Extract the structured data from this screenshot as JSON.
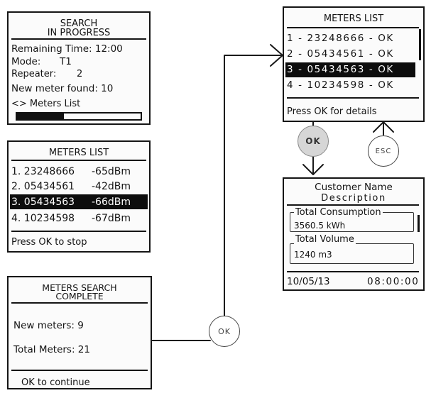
{
  "search_progress": {
    "title_line1": "SEARCH",
    "title_line2": "IN PROGRESS",
    "remaining_time": "Remaining Time: 12:00",
    "mode_label": "Mode:",
    "mode_value": "T1",
    "repeater_label": "Repeater:",
    "repeater_value": "2",
    "new_meter_found": "New meter found: 10",
    "meters_list_link": "<> Meters List",
    "progress_fraction": 0.38
  },
  "meters_list_rssi": {
    "title": "METERS LIST",
    "rows": [
      {
        "id": "1. 23248666",
        "rssi": "-65dBm"
      },
      {
        "id": "2. 05434561",
        "rssi": "-42dBm"
      },
      {
        "id": "3. 05434563",
        "rssi": "-66dBm"
      },
      {
        "id": "4. 10234598",
        "rssi": "-67dBm"
      }
    ],
    "selected_index": 2,
    "footer": "Press OK to stop"
  },
  "search_complete": {
    "title_line1": "METERS SEARCH",
    "title_line2": "COMPLETE",
    "new_meters": "New meters: 9",
    "total_meters": "Total Meters: 21",
    "footer": "OK to continue"
  },
  "meters_list_status": {
    "title": "METERS LIST",
    "rows": [
      "1 - 23248666 - OK",
      "2 - 05434561 - OK",
      "3 - 05434563 - OK",
      "4 - 10234598 - OK"
    ],
    "selected_index": 2,
    "footer": "Press OK for details"
  },
  "meter_details": {
    "title_line1": "Customer Name",
    "title_line2": "Description",
    "consumption_label": "Total Consumption",
    "consumption_value": "3560.5 kWh",
    "volume_label": "Total Volume",
    "volume_value": "1240 m3",
    "date": "10/05/13",
    "time": "08:00:00"
  },
  "keys": {
    "ok_bottom": "OK",
    "ok_top": "OK",
    "esc": "ESC"
  }
}
